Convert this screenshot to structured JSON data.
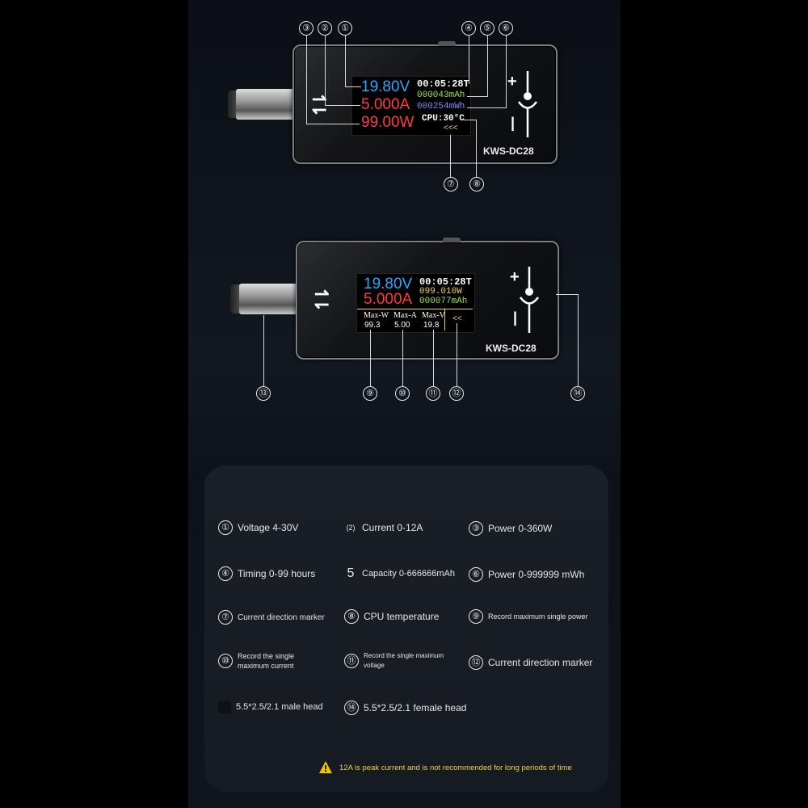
{
  "device1": {
    "callouts": [
      "①",
      "②",
      "③",
      "④",
      "⑤",
      "⑥",
      "⑦",
      "⑧"
    ],
    "voltage": "19.80V",
    "current": "5.000A",
    "power": "99.00W",
    "time": "00:05:28T",
    "capacity": "000043mAh",
    "energy": "000254mWh",
    "cpu": "CPU:30°C",
    "arrows": "<<<",
    "brand": "KWS-DC28"
  },
  "device2": {
    "callouts": [
      "⑨",
      "⑩",
      "⑪",
      "⑫",
      "⑬",
      "⑭"
    ],
    "voltage": "19.80V",
    "current": "5.000A",
    "time": "00:05:28T",
    "power": "099.010W",
    "capacity": "000077mAh",
    "maxw_label": "Max-W",
    "maxa_label": "Max-A",
    "maxv_label": "Max-V",
    "maxw": "99.3",
    "maxa": "5.00",
    "maxv": "19.8",
    "arrows": "<<",
    "brand": "KWS-DC28"
  },
  "legend": [
    {
      "num": "①",
      "text": "Voltage 4-30V"
    },
    {
      "num": "(2)",
      "text": "Current 0-12A"
    },
    {
      "num": "③",
      "text": "Power 0-360W"
    },
    {
      "num": "④",
      "text": "Timing 0-99 hours"
    },
    {
      "num": "5",
      "text": "Capacity 0-666666mAh"
    },
    {
      "num": "⑥",
      "text": "Power 0-999999 mWh"
    },
    {
      "num": "⑦",
      "text": "Current direction marker"
    },
    {
      "num": "⑧",
      "text": "CPU temperature"
    },
    {
      "num": "⑨",
      "text": "Record maximum single power"
    },
    {
      "num": "⑩",
      "text": "Record the single maximum current"
    },
    {
      "num": "⑪",
      "text": "Record the single maximum voltage"
    },
    {
      "num": "⑫",
      "text": "Current direction marker"
    },
    {
      "num": "",
      "text": "5.5*2.5/2.1 male head"
    },
    {
      "num": "⑭",
      "text": "5.5*2.5/2.1 female head"
    }
  ],
  "warning": "12A is peak current and is not recommended for long periods of time",
  "colors": {
    "voltage": "#2aa8ff",
    "current": "#ff3b3b",
    "capacity": "#9be34a",
    "energy": "#8f86ff",
    "maxbar": "#f0d14a",
    "warning_icon": "#f5c400"
  }
}
